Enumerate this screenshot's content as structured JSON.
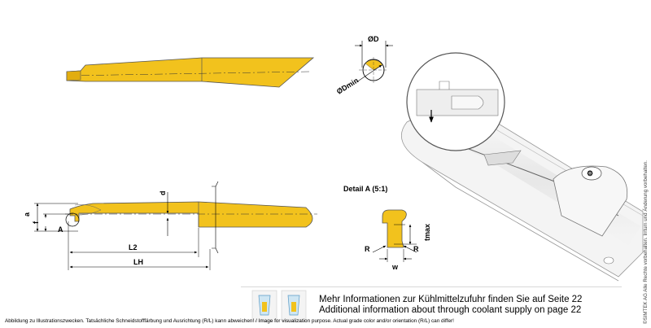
{
  "labels": {
    "diameter": "ØD",
    "diameter_min": "ØDmin",
    "dim_a": "a",
    "dim_f": "f",
    "dim_d": "d",
    "detail_ref": "A",
    "dim_L2": "L2",
    "dim_LH": "LH",
    "detail_title": "Detail A (5:1)",
    "dim_tmax": "tmax",
    "radius_left": "R",
    "radius_right": "R",
    "dim_w": "w"
  },
  "info": {
    "line_de": "Mehr Informationen zur Kühlmittelzufuhr finden Sie auf Seite 22",
    "line_en": "Additional information about through coolant supply on page 22"
  },
  "footer": {
    "disclaimer": "Abbildung zu Illustrationszwecken. Tatsächliche Schneidstofffärbung und Ausrichtung (R/L) kann abweichen! / Image for visualization purpose. Actual grade color and/or orientation (R/L) can differ!",
    "copyright": "©SIMTEK AG Alle Rechte vorbehalten. Irrtum und Änderung vorbehalten."
  },
  "colors": {
    "tool_yellow": "#f2c21d",
    "outline": "#444444",
    "dim_line": "#000000",
    "render_gray": "#eeeeee"
  }
}
